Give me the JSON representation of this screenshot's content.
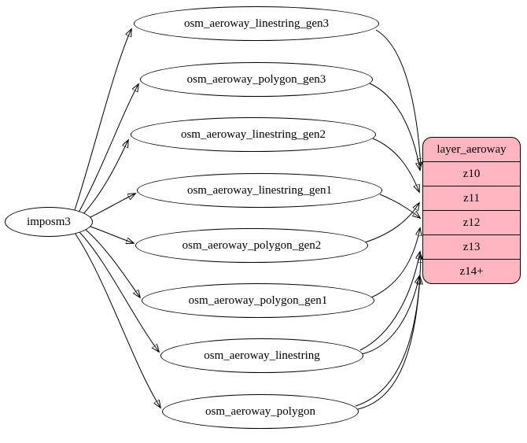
{
  "diagram": {
    "source_node": {
      "id": "imposm3",
      "label": "imposm3"
    },
    "table_nodes": [
      {
        "id": "osm_aeroway_linestring_gen3",
        "label": "osm_aeroway_linestring_gen3"
      },
      {
        "id": "osm_aeroway_polygon_gen3",
        "label": "osm_aeroway_polygon_gen3"
      },
      {
        "id": "osm_aeroway_linestring_gen2",
        "label": "osm_aeroway_linestring_gen2"
      },
      {
        "id": "osm_aeroway_linestring_gen1",
        "label": "osm_aeroway_linestring_gen1"
      },
      {
        "id": "osm_aeroway_polygon_gen2",
        "label": "osm_aeroway_polygon_gen2"
      },
      {
        "id": "osm_aeroway_polygon_gen1",
        "label": "osm_aeroway_polygon_gen1"
      },
      {
        "id": "osm_aeroway_linestring",
        "label": "osm_aeroway_linestring"
      },
      {
        "id": "osm_aeroway_polygon",
        "label": "osm_aeroway_polygon"
      }
    ],
    "layer_node": {
      "title": "layer_aeroway",
      "rows": [
        "z10",
        "z11",
        "z12",
        "z13",
        "z14+"
      ],
      "fill": "#ffb6c1"
    },
    "edges": [
      {
        "from": "imposm3",
        "to": "osm_aeroway_linestring_gen3"
      },
      {
        "from": "imposm3",
        "to": "osm_aeroway_polygon_gen3"
      },
      {
        "from": "imposm3",
        "to": "osm_aeroway_linestring_gen2"
      },
      {
        "from": "imposm3",
        "to": "osm_aeroway_linestring_gen1"
      },
      {
        "from": "imposm3",
        "to": "osm_aeroway_polygon_gen2"
      },
      {
        "from": "imposm3",
        "to": "osm_aeroway_polygon_gen1"
      },
      {
        "from": "imposm3",
        "to": "osm_aeroway_linestring"
      },
      {
        "from": "imposm3",
        "to": "osm_aeroway_polygon"
      },
      {
        "from": "osm_aeroway_linestring_gen3",
        "to": "z10"
      },
      {
        "from": "osm_aeroway_polygon_gen3",
        "to": "z10"
      },
      {
        "from": "osm_aeroway_linestring_gen2",
        "to": "z11"
      },
      {
        "from": "osm_aeroway_polygon_gen2",
        "to": "z11"
      },
      {
        "from": "osm_aeroway_linestring_gen1",
        "to": "z12"
      },
      {
        "from": "osm_aeroway_polygon_gen1",
        "to": "z12"
      },
      {
        "from": "osm_aeroway_linestring",
        "to": "z13"
      },
      {
        "from": "osm_aeroway_linestring",
        "to": "z14+"
      },
      {
        "from": "osm_aeroway_polygon",
        "to": "z13"
      },
      {
        "from": "osm_aeroway_polygon",
        "to": "z14+"
      }
    ]
  }
}
